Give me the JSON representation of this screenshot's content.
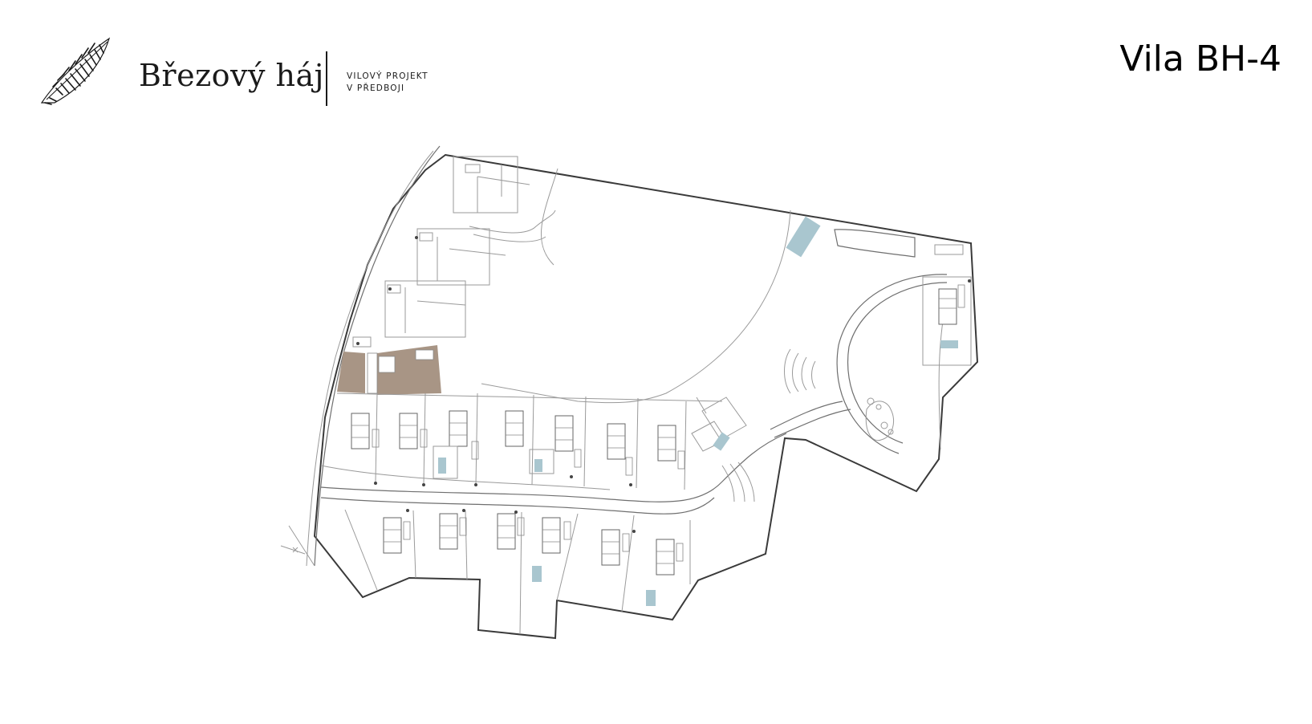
{
  "header": {
    "brand_name": "Březový háj",
    "tagline_line1": "VILOVÝ PROJEKT",
    "tagline_line2": "V PŘEDBOJI",
    "villa_title": "Vila BH-4"
  },
  "icons": {
    "logo": "birch-leaf-logo-icon"
  },
  "colors": {
    "highlight_plot": "#a89585",
    "pool": "#a9c6cf",
    "boundary": "#3a3a3a"
  }
}
